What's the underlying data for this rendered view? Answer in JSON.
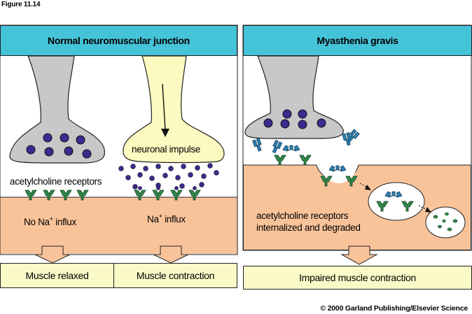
{
  "figure_label": "Figure 11.14",
  "copyright": "© 2000 Garland Publishing/Elsevier Science",
  "left_panel": {
    "title": "Normal neuromuscular junction",
    "impulse_label": "neuronal impulse",
    "receptors_label": "acetylcholine receptors",
    "left_influx": "No Na",
    "left_influx_sup": "+",
    "left_influx_rest": " influx",
    "right_influx": "Na",
    "right_influx_sup": "+",
    "right_influx_rest": " influx",
    "outcome_left": "Muscle relaxed",
    "outcome_right": "Muscle contraction"
  },
  "right_panel": {
    "title": "Myasthenia gravis",
    "receptors_label_line1": "acetylcholine receptors",
    "receptors_label_line2": "internalized and degraded",
    "outcome": "Impaired muscle contraction"
  },
  "colors": {
    "title_bar": "#45c3d8",
    "muscle": "#f9c39a",
    "neuron_gray": "#c8c8c8",
    "neuron_yellow": "#fcfac0",
    "vesicle": "#3b2a8f",
    "receptor": "#2f8a4a",
    "antibody": "#2d7fb0",
    "outcome_box": "#fafac8"
  }
}
